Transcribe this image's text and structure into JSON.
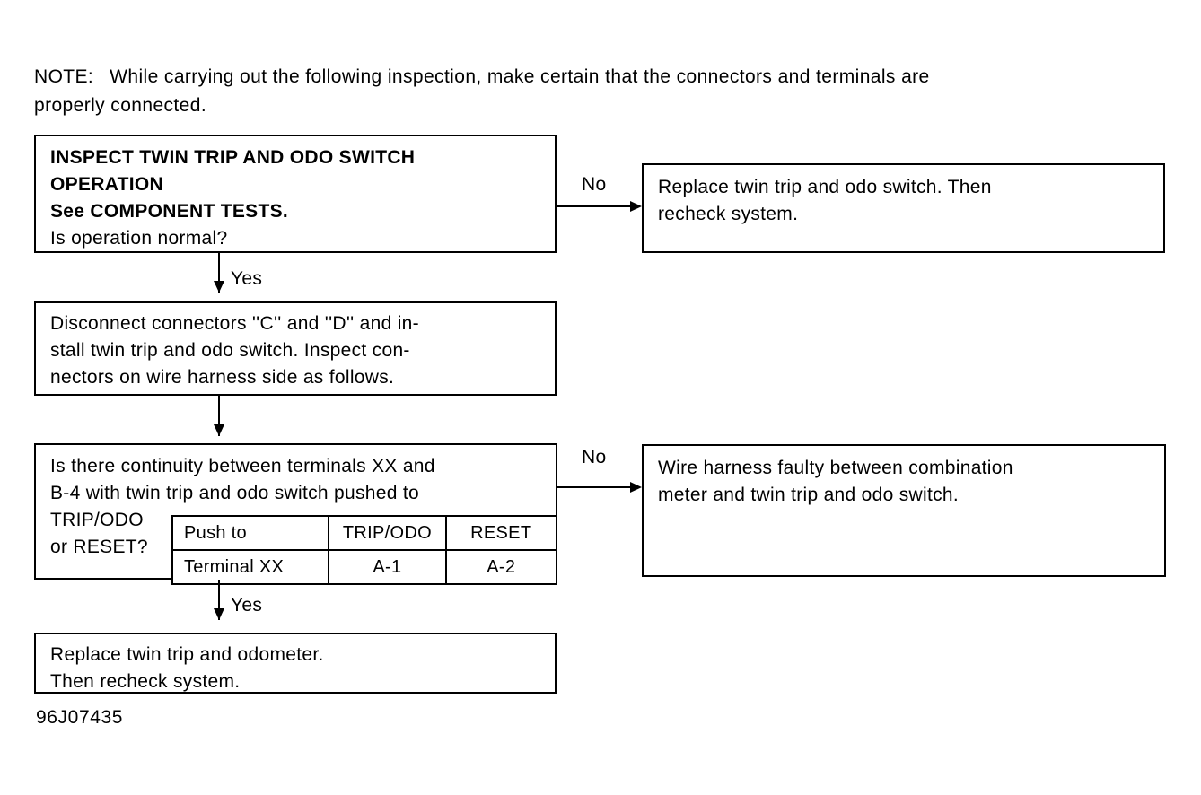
{
  "note": {
    "label": "NOTE:",
    "line1": "While carrying out the following inspection, make certain that the connectors and terminals are",
    "line2": "properly connected."
  },
  "boxes": {
    "inspect": {
      "line1": "INSPECT TWIN TRIP AND ODO SWITCH",
      "line2": "OPERATION",
      "line3": "See COMPONENT TESTS.",
      "line4": "Is operation normal?"
    },
    "replace_switch": {
      "line1": "Replace twin trip and odo switch. Then",
      "line2": "recheck system."
    },
    "disconnect": {
      "line1": "Disconnect connectors ''C'' and ''D'' and in-",
      "line2": "stall twin trip and odo switch. Inspect con-",
      "line3": "nectors on wire harness side as follows."
    },
    "continuity": {
      "line1": "Is there continuity between terminals XX and",
      "line2": "B-4 with twin trip and odo switch pushed to",
      "line3": "TRIP/ODO",
      "line4": "or RESET?"
    },
    "wire_harness": {
      "line1": "Wire harness faulty between combination",
      "line2": "meter and twin trip and odo switch."
    },
    "replace_odometer": {
      "line1": "Replace twin trip and odometer.",
      "line2": "Then recheck system."
    }
  },
  "switch_table": {
    "row1": {
      "head": "Push to",
      "col1": "TRIP/ODO",
      "col2": "RESET"
    },
    "row2": {
      "head": "Terminal XX",
      "col1": "A-1",
      "col2": "A-2"
    }
  },
  "edges": {
    "yes1": "Yes",
    "yes2": "Yes",
    "no1": "No",
    "no2": "No"
  },
  "figure_code": "96J07435",
  "colors": {
    "ink": "#000000",
    "paper": "#ffffff"
  }
}
